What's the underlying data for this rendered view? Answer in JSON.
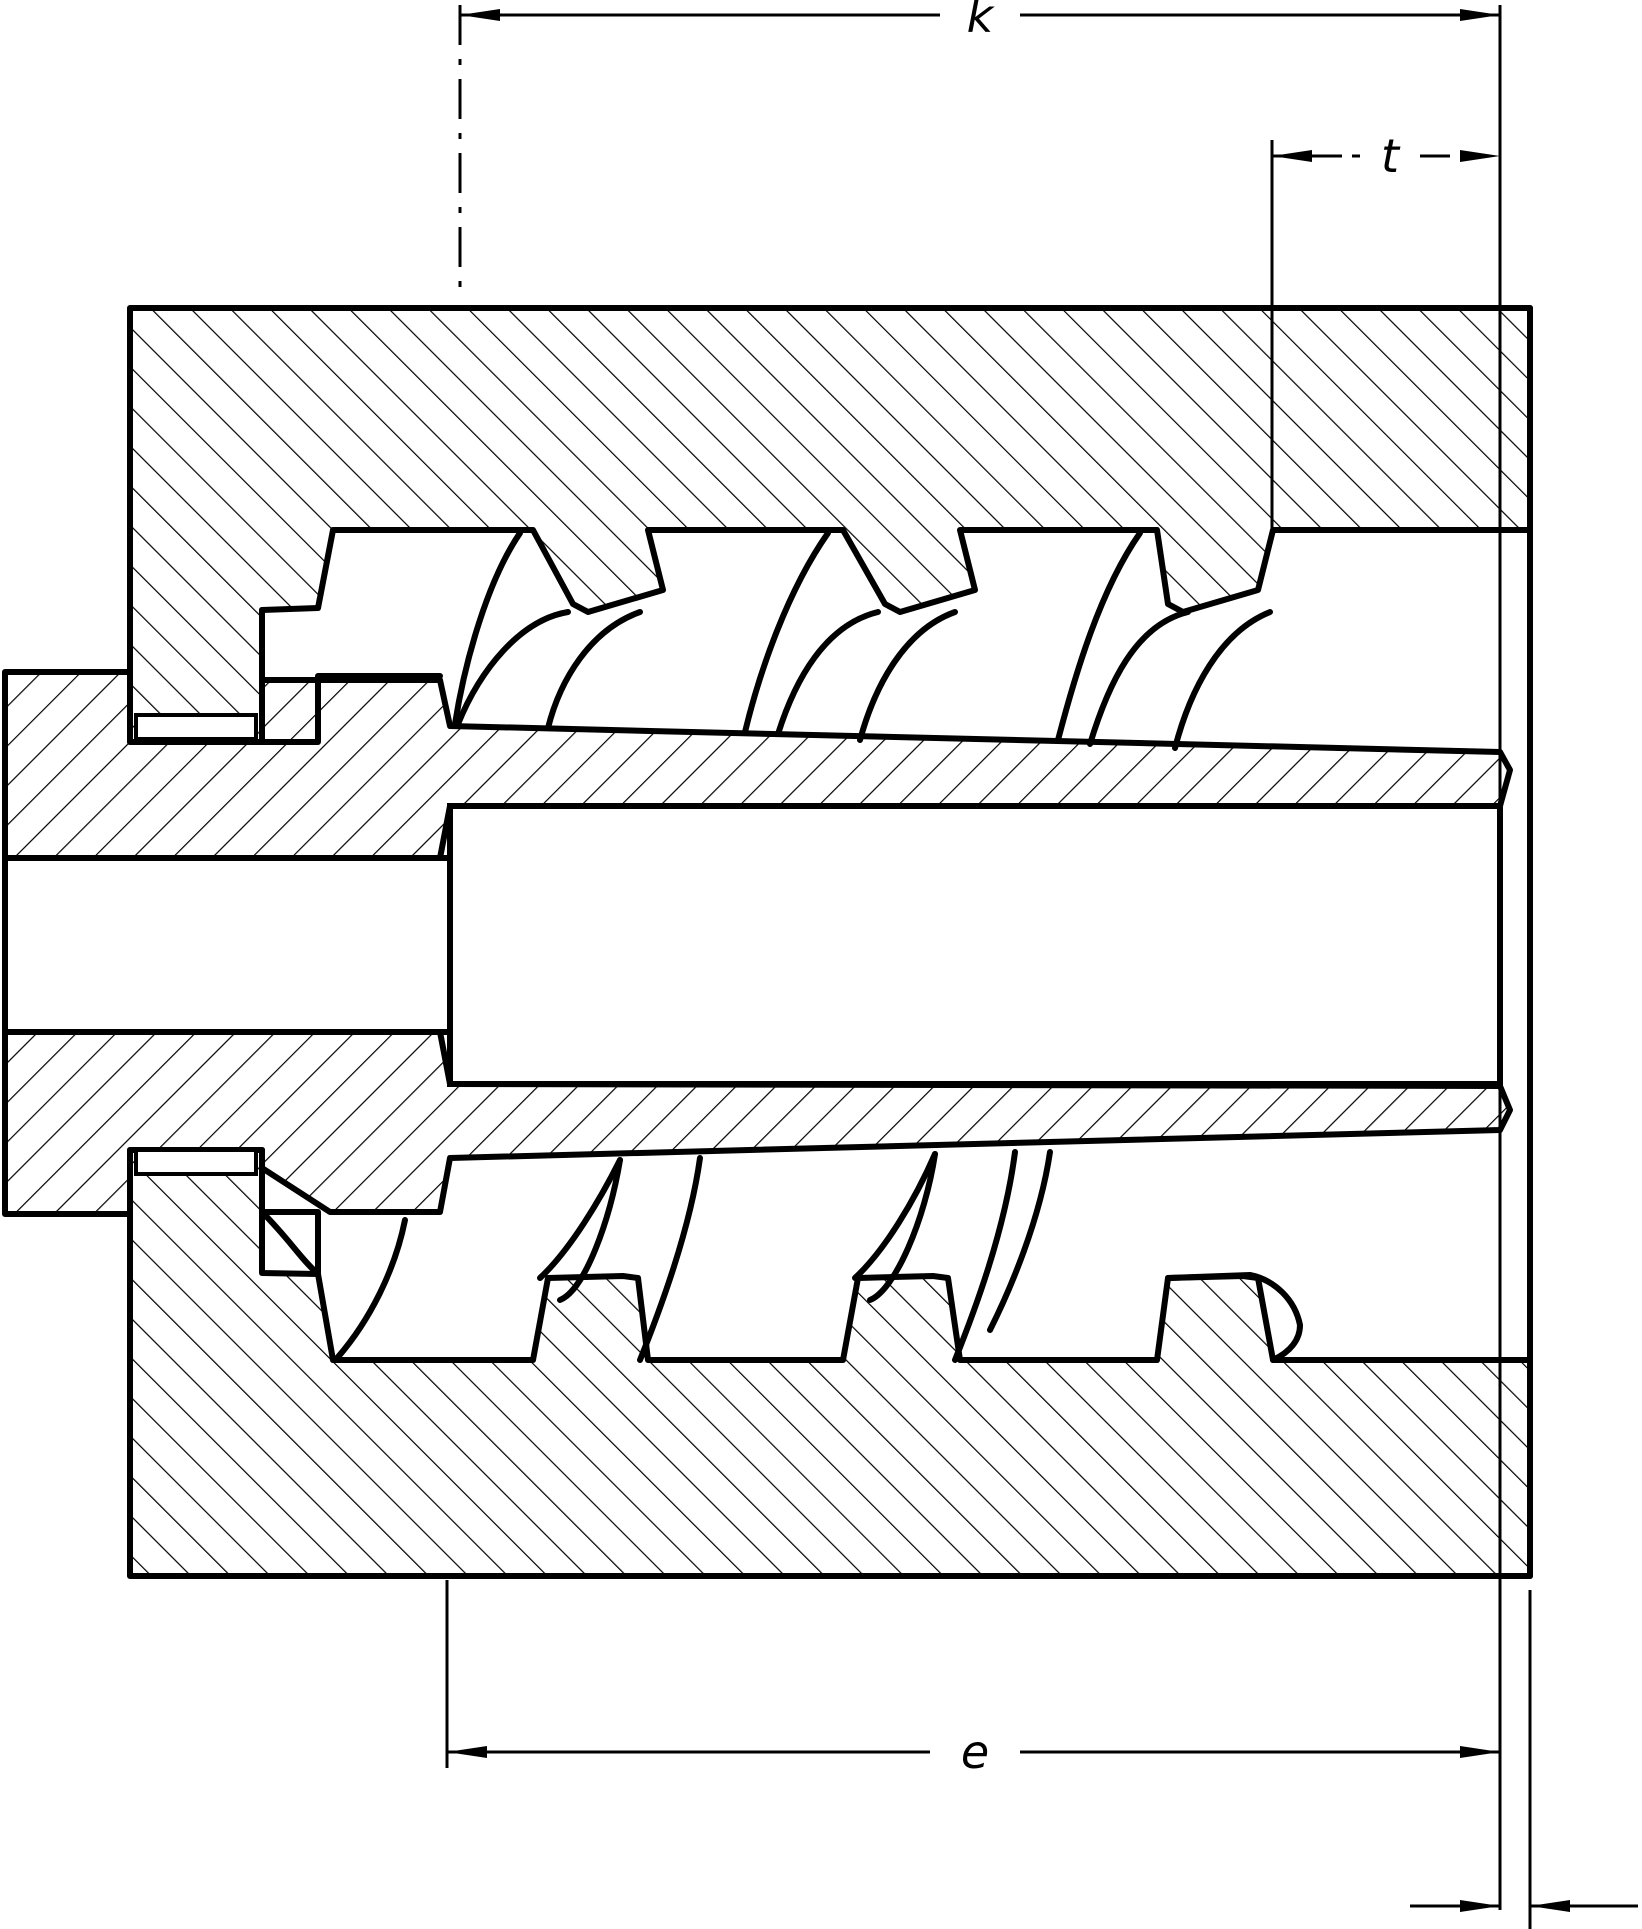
{
  "drawing": {
    "labels": {
      "k": "k",
      "t": "t",
      "e": "e"
    },
    "colors": {
      "ink": "#000000",
      "paper": "#ffffff"
    }
  }
}
